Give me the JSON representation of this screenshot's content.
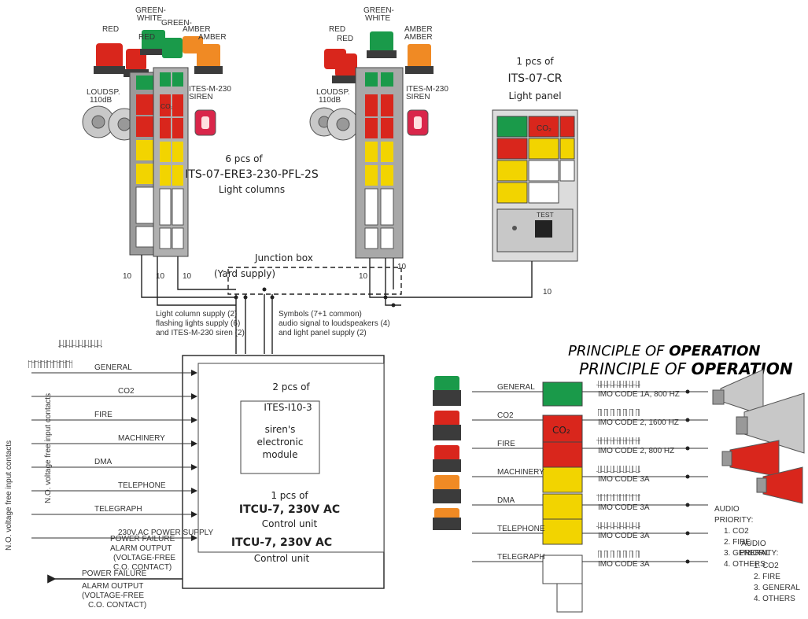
{
  "colors": {
    "red": "#d9261c",
    "green": "#1a9a4a",
    "yellow": "#f2d400",
    "amber": "#f08a24",
    "grey": "#9a9a9a",
    "dark": "#3b3b3b",
    "panel": "#dcdcdc"
  },
  "beacons_left": {
    "red": "RED",
    "green_white": "GREEN-\nWHITE",
    "amber": "AMBER",
    "loudspeaker": "LOUDSP.\n110dB",
    "siren": "ITES-M-230\nSIREN"
  },
  "beacons_mid": {
    "red": "RED",
    "green_white": "GREEN-\nWHITE",
    "amber": "AMBER",
    "loudspeaker": "LOUDSP.\n110dB",
    "siren": "ITES-M-230\nSIREN"
  },
  "column_cells": {
    "co2": "CO₂"
  },
  "columns_caption": {
    "line1": "6 pcs of",
    "line2": "ITS-07-ERE3-230-PFL-2S",
    "line3": "Light columns"
  },
  "panel_caption": {
    "line1": "1 pcs of",
    "line2": "ITS-07-CR",
    "line3": "Light panel"
  },
  "panel": {
    "co2": "CO₂",
    "test": "TEST"
  },
  "junction": {
    "title": "Junction box",
    "subtitle": "(Yard supply)"
  },
  "cable_counts": [
    "10",
    "10",
    "10",
    "10",
    "10",
    "10"
  ],
  "supply_notes": {
    "left": [
      "Light column supply (2)",
      "flashing lights supply (6)",
      "and ITES-M-230 siren (2)"
    ],
    "right": [
      "Symbols (7+1 common)",
      "audio signal to loudspeakers (4)",
      "and light panel supply (2)"
    ]
  },
  "inputs_vertical_label": "N.O. voltage free input contacts",
  "inputs": [
    "GENERAL",
    "CO2",
    "FIRE",
    "MACHINERY",
    "DMA",
    "TELEPHONE",
    "TELEGRAPH",
    "230V.AC POWER SUPPLY"
  ],
  "module": {
    "line1": "2 pcs of",
    "line2": "ITES-I10-3",
    "line3": "siren's",
    "line4": "electronic",
    "line5": "module"
  },
  "control_unit": {
    "line1": "1 pcs of",
    "line2": "ITCU-7, 230V AC",
    "line3": "Control unit"
  },
  "outputs": {
    "power_failure": "POWER FAILURE",
    "alarm1": "ALARM OUTPUT",
    "alarm2": "(VOLTAGE-FREE",
    "alarm3": "C.O. CONTACT)"
  },
  "principle": {
    "title_a": "PRINCIPLE OF ",
    "title_b": "OPERATION"
  },
  "principle_rows": [
    {
      "name": "GENERAL",
      "code": "IMO CODE 1A, 800 HZ"
    },
    {
      "name": "CO2",
      "code": "IMO CODE 2, 1600 HZ"
    },
    {
      "name": "FIRE",
      "code": "IMO CODE 2, 800 HZ"
    },
    {
      "name": "MACHINERY",
      "code": "IMO CODE 3A"
    },
    {
      "name": "DMA",
      "code": "IMO CODE 3A"
    },
    {
      "name": "TELEPHONE",
      "code": "IMO CODE 3A"
    },
    {
      "name": "TELEGRAPH",
      "code": "IMO CODE 3A"
    }
  ],
  "audio_priority": {
    "title": "AUDIO",
    "title2": "PRIORITY:",
    "items": [
      "1. CO2",
      "2. FIRE",
      "3. GENERAL",
      "4. OTHERS"
    ]
  }
}
